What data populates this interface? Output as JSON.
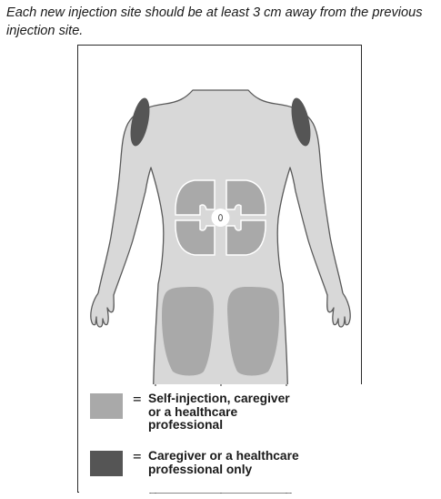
{
  "instruction": "Each new injection site should be at least 3 cm away from the previous injection site.",
  "colors": {
    "body_fill": "#d8d8d8",
    "body_outline": "#5a5a5a",
    "self_injection": "#a9a9a9",
    "caregiver_only": "#555555"
  },
  "legend": [
    {
      "swatch_color": "#a9a9a9",
      "equals": "=",
      "text": "Self-injection, caregiver\nor a healthcare\nprofessional"
    },
    {
      "swatch_color": "#555555",
      "equals": "=",
      "text": "Caregiver or a healthcare\nprofessional only"
    }
  ]
}
